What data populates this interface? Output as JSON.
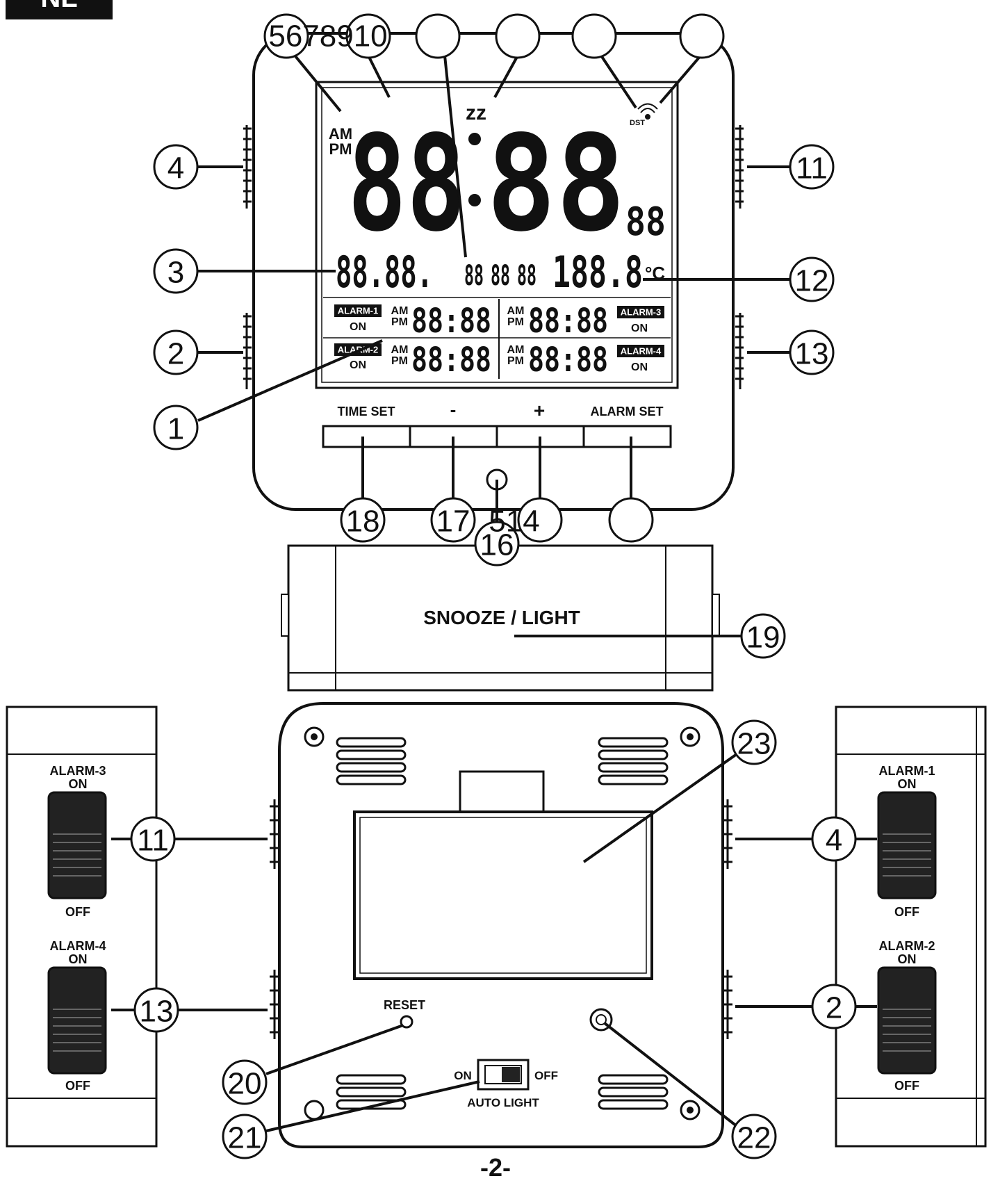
{
  "header": {
    "language_tab": "NL"
  },
  "front": {
    "lcd": {
      "am": "AM",
      "pm": "PM",
      "main_time_left": "88",
      "main_time_right": "88",
      "seconds": "88",
      "snooze_icon": "zz",
      "dst": "DST",
      "date": "88.88.",
      "weekday": [
        "88",
        "88",
        "88"
      ],
      "temperature": "188.8",
      "temp_unit": "°C",
      "alarms": [
        {
          "badge": "ALARM-1",
          "state": "ON",
          "time": "88:88"
        },
        {
          "badge": "ALARM-3",
          "state": "ON",
          "time": "88:88"
        },
        {
          "badge": "ALARM-2",
          "state": "ON",
          "time": "88:88"
        },
        {
          "badge": "ALARM-4",
          "state": "ON",
          "time": "88:88"
        }
      ]
    },
    "buttons": [
      "TIME SET",
      "-",
      "+",
      "ALARM SET"
    ],
    "snooze_bar": "SNOOZE / LIGHT"
  },
  "back": {
    "reset_label": "RESET",
    "auto_light": {
      "on": "ON",
      "off": "OFF",
      "label": "AUTO LIGHT"
    }
  },
  "side_panels": {
    "left": [
      {
        "title": "ALARM-3",
        "on": "ON",
        "off": "OFF"
      },
      {
        "title": "ALARM-4",
        "on": "ON",
        "off": "OFF"
      }
    ],
    "right": [
      {
        "title": "ALARM-1",
        "on": "ON",
        "off": "OFF"
      },
      {
        "title": "ALARM-2",
        "on": "ON",
        "off": "OFF"
      }
    ]
  },
  "callouts": {
    "top": [
      "5678910",
      "",
      "",
      "",
      ""
    ],
    "c1": "1",
    "c2": "2",
    "c3": "3",
    "c4": "4",
    "c11": "11",
    "c12": "12",
    "c13": "13",
    "c18": "18",
    "c17": "17",
    "c514": "514",
    "c16": "16",
    "c_blank": "",
    "c19": "19",
    "c23": "23",
    "side_left_top": "11",
    "side_left_bottom": "13",
    "side_right_top": "4",
    "side_right_bottom": "2",
    "c20": "20",
    "c21": "21",
    "c22": "22"
  },
  "page_number": "-2-"
}
